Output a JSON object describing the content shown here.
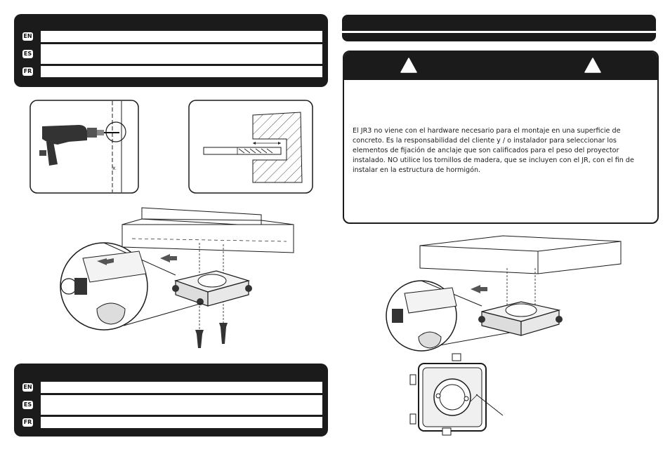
{
  "top_left_panel": {
    "languages": [
      {
        "code": "EN"
      },
      {
        "code": "ES"
      },
      {
        "code": "FR"
      }
    ]
  },
  "bottom_left_panel": {
    "languages": [
      {
        "code": "EN"
      },
      {
        "code": "ES"
      },
      {
        "code": "FR"
      }
    ]
  },
  "warning": {
    "text": "El JR3 no viene con el hardware necesario para el montaje en una superficie de concreto. Es la responsabilidad del cliente y / o instalador para seleccionar los elementos de fijación de anclaje que son calificados para el peso del proyector instalado. NO utilice los tornillos de madera, que se incluyen con el JR, con el fin de instalar en la estructura de hormigón.",
    "icon": "warning-triangle-icon"
  },
  "colors": {
    "panel": "#1b1b1b",
    "background": "#ffffff"
  }
}
